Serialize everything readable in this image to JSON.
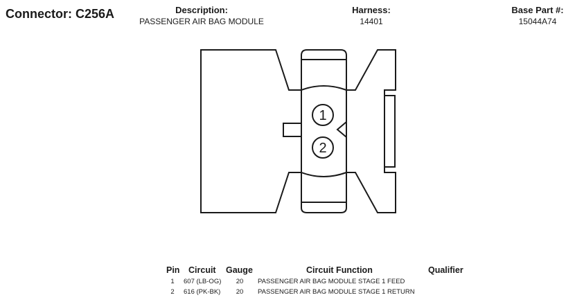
{
  "connector": {
    "label": "Connector:",
    "id": "C256A"
  },
  "header": {
    "description_label": "Description:",
    "description": "PASSENGER AIR BAG MODULE",
    "harness_label": "Harness:",
    "harness": "14401",
    "base_part_label": "Base Part #:",
    "base_part": "15044A74"
  },
  "diagram": {
    "pins": [
      "1",
      "2"
    ]
  },
  "table": {
    "headers": {
      "pin": "Pin",
      "circuit": "Circuit",
      "gauge": "Gauge",
      "function": "Circuit Function",
      "qualifier": "Qualifier"
    },
    "rows": [
      {
        "pin": "1",
        "circuit": "607 (LB-OG)",
        "gauge": "20",
        "function": "PASSENGER AIR BAG MODULE STAGE 1 FEED",
        "qualifier": ""
      },
      {
        "pin": "2",
        "circuit": "616 (PK-BK)",
        "gauge": "20",
        "function": "PASSENGER AIR BAG MODULE STAGE 1 RETURN",
        "qualifier": ""
      }
    ]
  }
}
